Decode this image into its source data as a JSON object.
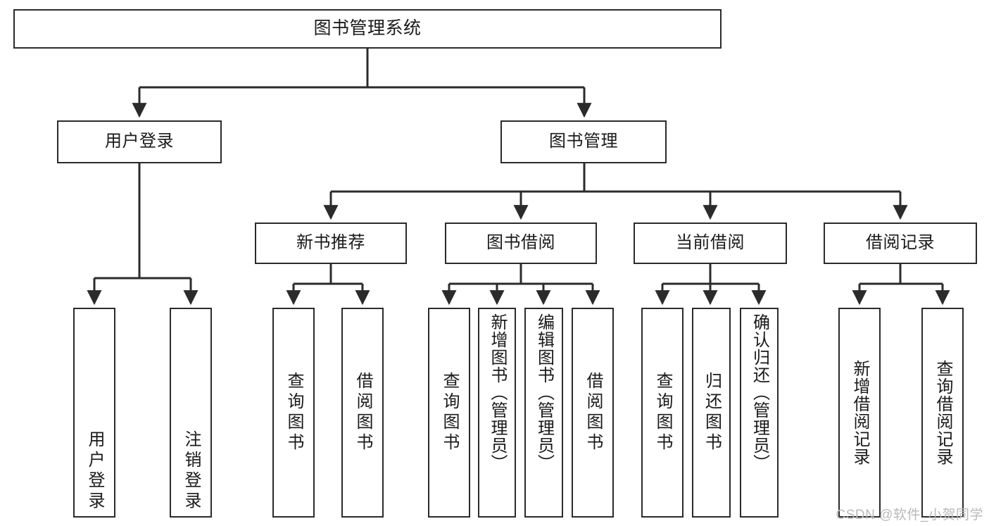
{
  "diagram": {
    "title": "图书管理系统",
    "type": "tree-hierarchy",
    "root": {
      "id": "root",
      "label": "图书管理系统"
    },
    "level2": [
      {
        "id": "user-login",
        "label": "用户登录"
      },
      {
        "id": "book-manage",
        "label": "图书管理"
      }
    ],
    "level3": [
      {
        "id": "new-book-recommend",
        "label": "新书推荐",
        "parent": "book-manage"
      },
      {
        "id": "book-borrow",
        "label": "图书借阅",
        "parent": "book-manage"
      },
      {
        "id": "current-borrow",
        "label": "当前借阅",
        "parent": "book-manage"
      },
      {
        "id": "borrow-record",
        "label": "借阅记录",
        "parent": "book-manage"
      }
    ],
    "leaves": {
      "user-login": [
        {
          "id": "leaf-user-login",
          "label": "用户登录"
        },
        {
          "id": "leaf-user-logout",
          "label": "注销登录"
        }
      ],
      "new-book-recommend": [
        {
          "id": "leaf-query-book-1",
          "label": "查询图书"
        },
        {
          "id": "leaf-borrow-book-1",
          "label": "借阅图书"
        }
      ],
      "book-borrow": [
        {
          "id": "leaf-query-book-2",
          "label": "查询图书"
        },
        {
          "id": "leaf-add-book",
          "label": "新增图书（管理员）"
        },
        {
          "id": "leaf-edit-book",
          "label": "编辑图书（管理员）"
        },
        {
          "id": "leaf-borrow-book-2",
          "label": "借阅图书"
        }
      ],
      "current-borrow": [
        {
          "id": "leaf-query-book-3",
          "label": "查询图书"
        },
        {
          "id": "leaf-return-book",
          "label": "归还图书"
        },
        {
          "id": "leaf-confirm-return",
          "label": "确认归还（管理员）"
        }
      ],
      "borrow-record": [
        {
          "id": "leaf-add-record",
          "label": "新增借阅记录"
        },
        {
          "id": "leaf-query-record",
          "label": "查询借阅记录"
        }
      ]
    },
    "colors": {
      "stroke": "#2b2b2b",
      "background": "#ffffff",
      "text": "#1a1a1a",
      "watermark": "#b9b9b9"
    }
  },
  "watermark": {
    "text": "CSDN @软件_小贺同学"
  }
}
